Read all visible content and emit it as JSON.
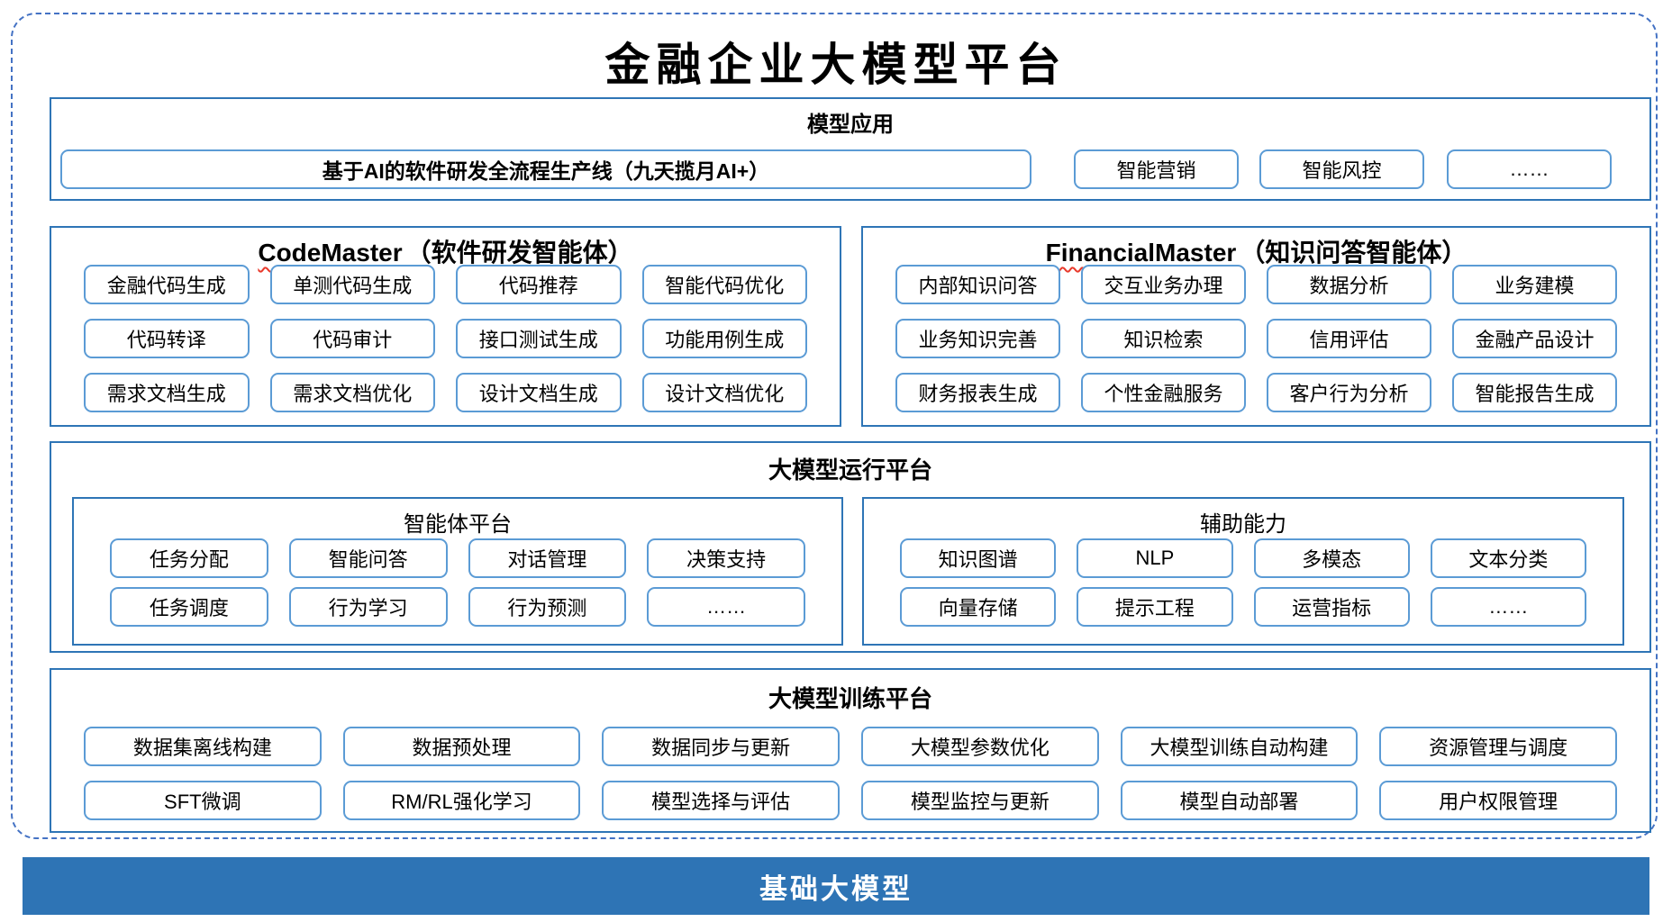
{
  "title": "金融企业大模型平台",
  "colors": {
    "section_border": "#2E75B6",
    "item_border": "#5B9BD5",
    "dashed_border": "#4472C4",
    "base_bar_bg": "#2E74B5",
    "base_bar_text": "#FFFFFF",
    "squiggle_underline": "#E8392B"
  },
  "model_app": {
    "header": "模型应用",
    "main_item": "基于AI的软件研发全流程生产线（九天揽月AI+）",
    "items": [
      "智能营销",
      "智能风控",
      "……"
    ]
  },
  "agents": [
    {
      "name_en": "CodeMaster",
      "name_zh": "（软件研发智能体）",
      "items": [
        "金融代码生成",
        "单测代码生成",
        "代码推荐",
        "智能代码优化",
        "代码转译",
        "代码审计",
        "接口测试生成",
        "功能用例生成",
        "需求文档生成",
        "需求文档优化",
        "设计文档生成",
        "设计文档优化"
      ]
    },
    {
      "name_en": "FinancialMaster",
      "name_zh": "（知识问答智能体）",
      "items": [
        "内部知识问答",
        "交互业务办理",
        "数据分析",
        "业务建模",
        "业务知识完善",
        "知识检索",
        "信用评估",
        "金融产品设计",
        "财务报表生成",
        "个性金融服务",
        "客户行为分析",
        "智能报告生成"
      ]
    }
  ],
  "runtime_platform": {
    "header": "大模型运行平台",
    "groups": [
      {
        "title": "智能体平台",
        "items": [
          "任务分配",
          "智能问答",
          "对话管理",
          "决策支持",
          "任务调度",
          "行为学习",
          "行为预测",
          "……"
        ]
      },
      {
        "title": "辅助能力",
        "items": [
          "知识图谱",
          "NLP",
          "多模态",
          "文本分类",
          "向量存储",
          "提示工程",
          "运营指标",
          "……"
        ]
      }
    ]
  },
  "training_platform": {
    "header": "大模型训练平台",
    "items": [
      "数据集离线构建",
      "数据预处理",
      "数据同步与更新",
      "大模型参数优化",
      "大模型训练自动构建",
      "资源管理与调度",
      "SFT微调",
      "RM/RL强化学习",
      "模型选择与评估",
      "模型监控与更新",
      "模型自动部署",
      "用户权限管理"
    ]
  },
  "base_model_bar": {
    "label": "基础大模型"
  }
}
